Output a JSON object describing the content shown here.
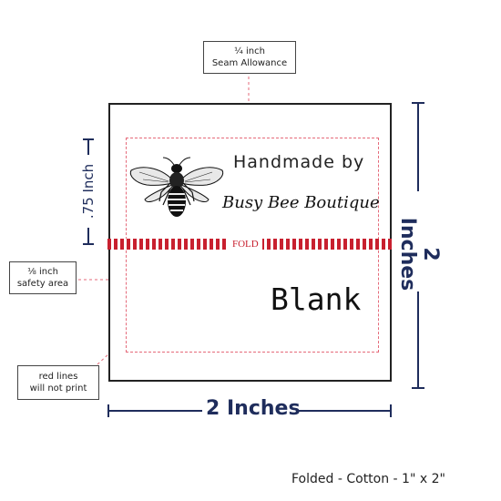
{
  "seam_callout": {
    "line1": "¼ inch",
    "line2": "Seam Allowance"
  },
  "safety_callout": {
    "line1": "⅛ inch",
    "line2": "safety area"
  },
  "redlines_callout": {
    "line1": "red lines",
    "line2": "will not print"
  },
  "label": {
    "handmade_text": "Handmade by",
    "brand_text": "Busy Bee Boutique",
    "fold_text": "FOLD",
    "blank_text": "Blank"
  },
  "dimensions": {
    "width_text": "2 Inches",
    "height_text": "2 Inches",
    "fold_height_text": ".75 Inch"
  },
  "footer": {
    "text": "Folded - Cotton - 1\" x 2\""
  },
  "colors": {
    "navy": "#1f2d5c",
    "red": "#c8202f",
    "pink_guide": "#e56a7a"
  },
  "icons": {
    "bee": "bee-illustration"
  }
}
